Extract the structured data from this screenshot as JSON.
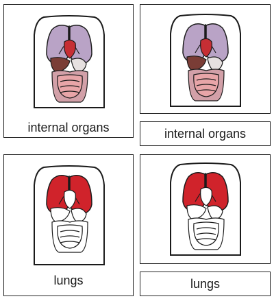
{
  "cards": [
    {
      "label": "internal organs",
      "highlight": "all"
    },
    {
      "highlight": "all"
    },
    {
      "label": "lungs",
      "highlight": "lungs"
    },
    {
      "highlight": "lungs"
    }
  ],
  "label_cards": [
    {
      "label": "internal organs"
    },
    {
      "label": "lungs"
    }
  ],
  "colors": {
    "lungs_normal": "#b9a3c6",
    "lungs_highlight": "#d0232b",
    "heart": "#c62e34",
    "liver": "#7a3d36",
    "stomach": "#e6e0e0",
    "intestine_small": "#e8a5a8",
    "intestine_large": "#d2a0a8",
    "outline": "#1a1a1a"
  }
}
